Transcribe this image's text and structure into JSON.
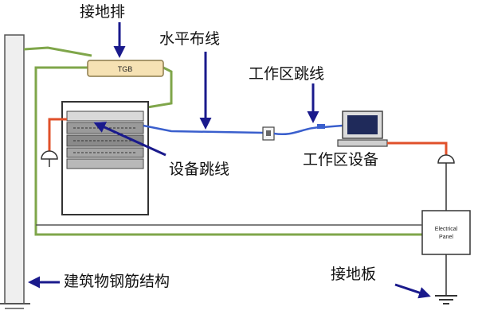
{
  "labels": {
    "grounding_bar": "接地排",
    "horizontal_cabling": "水平布线",
    "work_area_patch": "工作区跳线",
    "equipment_patch": "设备跳线",
    "work_area_equipment": "工作区设备",
    "building_steel": "建筑物钢筋结构",
    "grounding_electrode": "接地板"
  },
  "devices": {
    "tgb_label": "TGB",
    "panel_line1": "Electrical",
    "panel_line2": "Panel"
  },
  "colors": {
    "arrow": "#1a1a8c",
    "cable_blue": "#3a5fcd",
    "ground_wire": "#7fa64a",
    "power_wire": "#e0502a",
    "frame_gray": "#6e6e6e",
    "tgb_fill": "#f6e2b4"
  },
  "icons": [
    "arrow-icon",
    "ground-symbol-icon",
    "computer-icon",
    "outlet-icon"
  ]
}
